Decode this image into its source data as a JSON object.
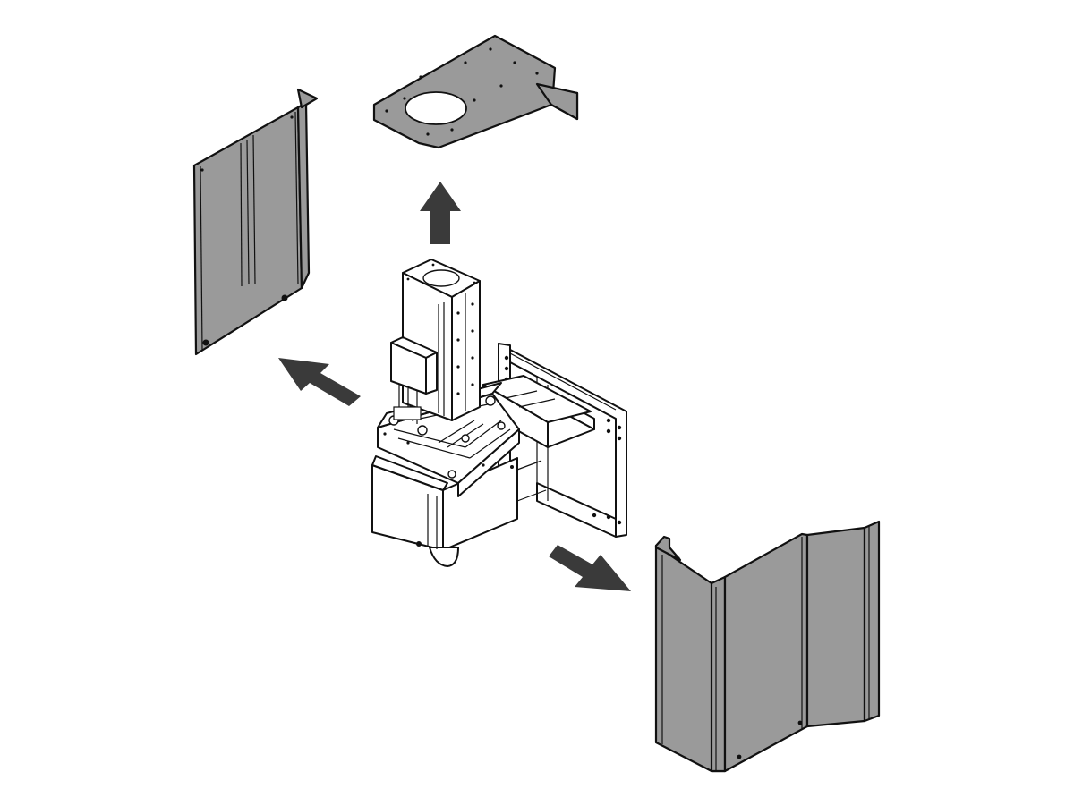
{
  "diagram": {
    "kind": "exploded-assembly-view",
    "colors": {
      "background": "#ffffff",
      "panel_fill": "#9a9a9a",
      "outline": "#111111",
      "arrow": "#3a3a3a",
      "body_fill": "#ffffff"
    },
    "parts": [
      {
        "name": "left-side-panel",
        "icon": "panel"
      },
      {
        "name": "top-plate",
        "icon": "plate-with-hole"
      },
      {
        "name": "core-machine-assembly",
        "icon": "machine"
      },
      {
        "name": "right-cover-panel",
        "icon": "folded-panel"
      }
    ],
    "arrows": [
      {
        "name": "arrow-up",
        "direction": "up"
      },
      {
        "name": "arrow-up-left",
        "direction": "up-left"
      },
      {
        "name": "arrow-down-right",
        "direction": "down-right"
      }
    ]
  }
}
